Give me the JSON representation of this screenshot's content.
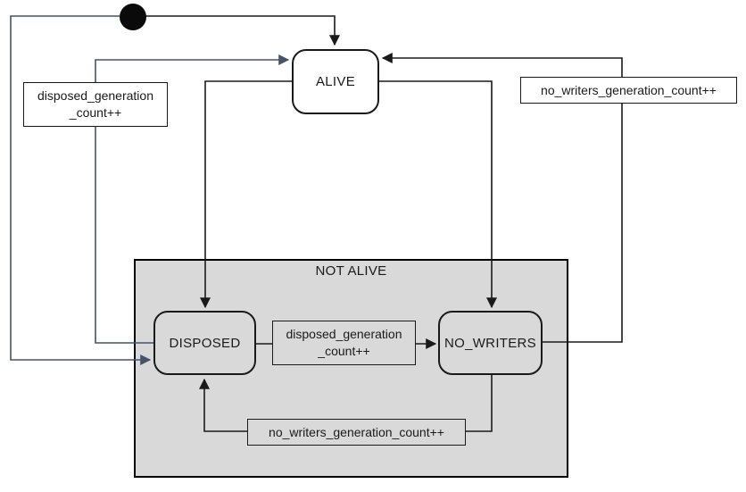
{
  "diagram": {
    "title": "state-machine-diagram",
    "colors": {
      "line_black": "#1a1a1a",
      "line_slate": "#44546A",
      "region_fill": "#d9d9d9",
      "state_fill": "#ffffff"
    },
    "states": {
      "alive": {
        "label": "ALIVE"
      },
      "not_alive": {
        "label": "NOT ALIVE"
      },
      "disposed": {
        "label": "DISPOSED"
      },
      "no_writers": {
        "label": "NO_WRITERS"
      }
    },
    "initial_state": {
      "name": "initial-state-dot"
    },
    "transition_labels": {
      "disposed_to_alive": {
        "line1": "disposed_generation",
        "line2": "_count++"
      },
      "no_writers_to_alive": {
        "text": "no_writers_generation_count++"
      },
      "disposed_to_no_writers": {
        "line1": "disposed_generation",
        "line2": "_count++"
      },
      "no_writers_to_disposed": {
        "text": "no_writers_generation_count++"
      }
    }
  }
}
